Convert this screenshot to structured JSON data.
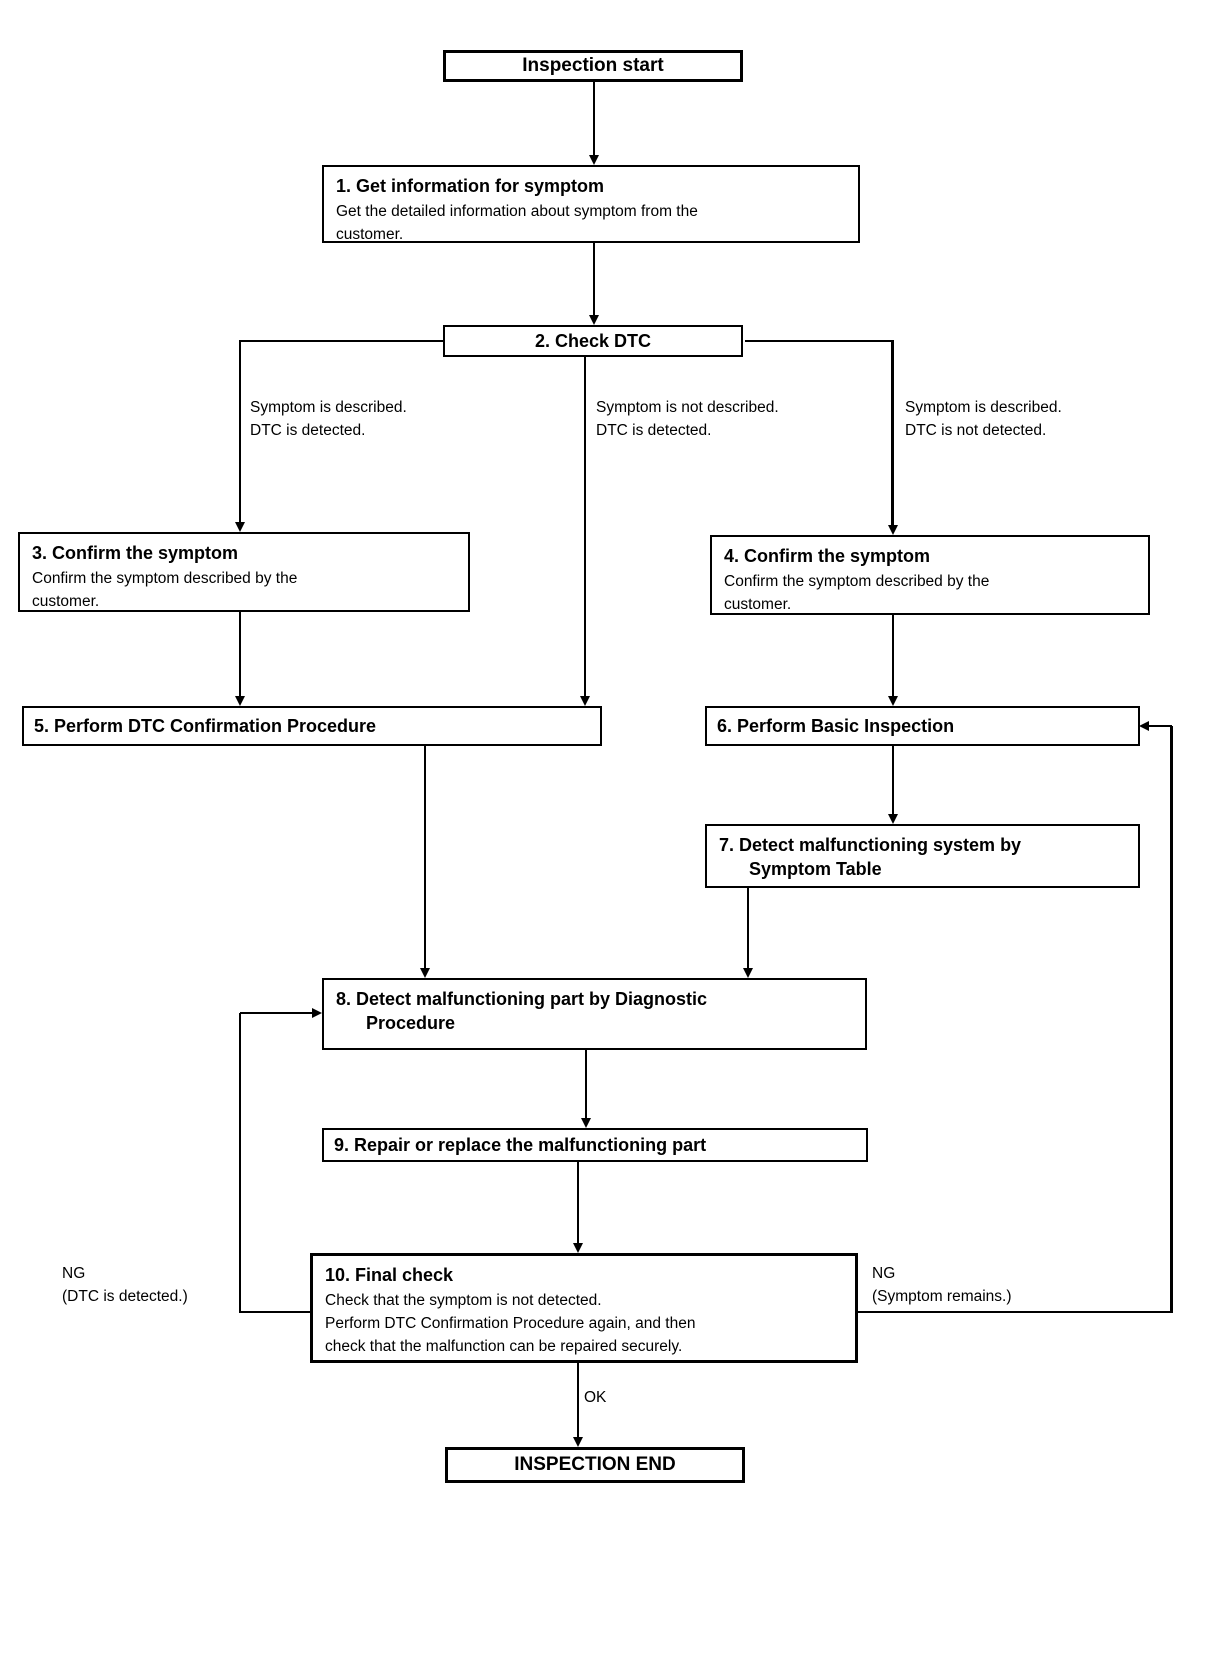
{
  "nodes": {
    "start": {
      "label": "Inspection start"
    },
    "step1": {
      "title": "1. Get information for symptom",
      "body": "Get the detailed information about symptom from the\ncustomer."
    },
    "step2": {
      "title": "2. Check DTC"
    },
    "step3": {
      "title": "3. Confirm the symptom",
      "body": "Confirm the symptom described by the\ncustomer."
    },
    "step4": {
      "title": "4. Confirm the symptom",
      "body": "Confirm the symptom described by the\ncustomer."
    },
    "step5": {
      "title": "5. Perform DTC Confirmation Procedure"
    },
    "step6": {
      "title": "6. Perform Basic Inspection"
    },
    "step7": {
      "title": "7. Detect malfunctioning system by\nSymptom Table"
    },
    "step8": {
      "title": "8. Detect malfunctioning part by Diagnostic\nProcedure"
    },
    "step9": {
      "title": "9. Repair or replace the malfunctioning part"
    },
    "step10": {
      "title": "10. Final check",
      "body": "Check that the symptom is not detected.\nPerform DTC Confirmation Procedure again, and then\ncheck that the malfunction can be repaired securely."
    },
    "end": {
      "label": "INSPECTION END"
    }
  },
  "edge_labels": {
    "branch_left": "Symptom is described.\nDTC is detected.",
    "branch_mid": "Symptom is not described.\nDTC is detected.",
    "branch_right": "Symptom is described.\nDTC is not detected.",
    "ng_left": "NG\n(DTC is detected.)",
    "ng_right": "NG\n(Symptom remains.)",
    "ok": "OK"
  },
  "colors": {
    "background": "#ffffff",
    "line": "#000000",
    "text": "#000000"
  }
}
